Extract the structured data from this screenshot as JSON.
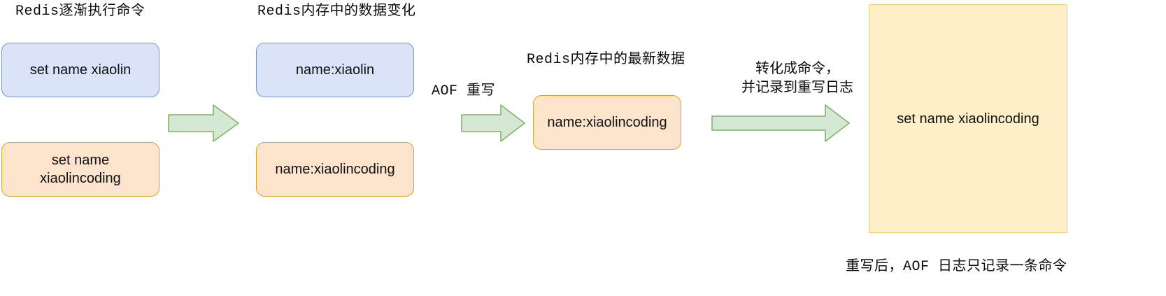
{
  "headings": {
    "col1": "Redis逐渐执行命令",
    "col2": "Redis内存中的数据变化",
    "col3": "Redis内存中的最新数据"
  },
  "nodes": {
    "cmd_set_xiaolin": "set name xiaolin",
    "cmd_set_xiaolincoding_line1": "set name",
    "cmd_set_xiaolincoding_line2": "xiaolincoding",
    "mem_name_xiaolin": "name:xiaolin",
    "mem_name_xiaolincoding": "name:xiaolincoding",
    "latest_name_xiaolincoding": "name:xiaolincoding",
    "aof_log_command": "set name xiaolincoding"
  },
  "arrow_labels": {
    "aof_rewrite": "AOF 重写",
    "to_command_line1": "转化成命令，",
    "to_command_line2": "并记录到重写日志"
  },
  "footer": {
    "note": "重写后，AOF 日志只记录一条命令"
  },
  "colors": {
    "blue_fill": "#dae3f7",
    "blue_stroke": "#7a96c8",
    "orange_fill": "#fce3cb",
    "orange_stroke": "#d6a22a",
    "yellow_fill": "#fdefc8",
    "yellow_stroke": "#e6ce7a",
    "arrow_fill": "#d5e8d4",
    "arrow_stroke": "#82b366",
    "text": "#0a0a0a",
    "background": "#ffffff"
  }
}
